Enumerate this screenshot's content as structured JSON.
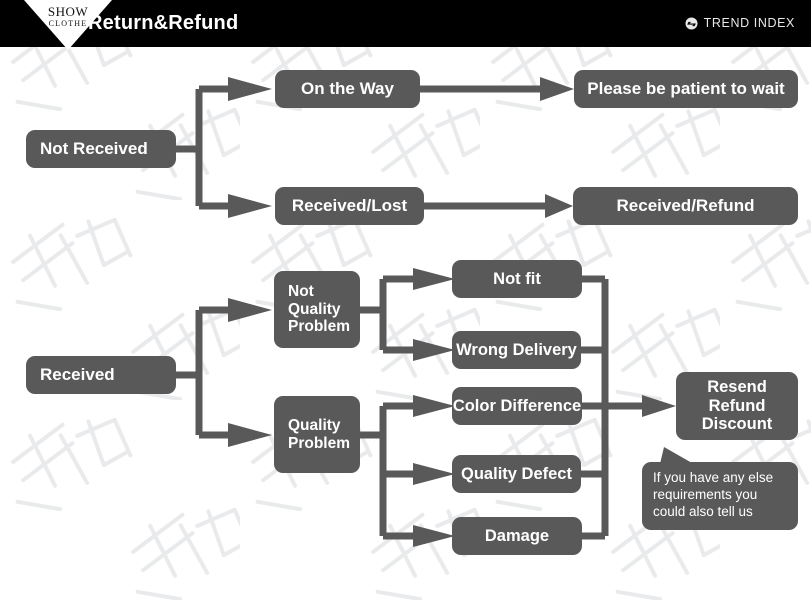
{
  "header": {
    "title": "Return&Refund",
    "logo": {
      "line1": "SHOW",
      "line2": "CLOTHE",
      "name": "show-clothe-logo"
    },
    "brand_right": "TREND INDEX",
    "bg_color": "#000000",
    "text_color": "#ffffff"
  },
  "theme": {
    "node_fill": "#595959",
    "node_text": "#ffffff",
    "connector": "#595959",
    "page_bg": "#ffffff",
    "watermark_text": "非凡设计"
  },
  "flow": {
    "not_received": {
      "root": "Not Received",
      "branch_top": "On the Way",
      "branch_bottom": "Received/Lost",
      "outcome_top": "Please be patient to wait",
      "outcome_bottom": "Received/Refund"
    },
    "received": {
      "root": "Received",
      "category_top": "Not Quality Problem",
      "category_bottom": "Quality Problem",
      "reasons_not_quality": [
        "Not fit",
        "Wrong Delivery"
      ],
      "reasons_quality": [
        "Color Difference",
        "Quality Defect",
        "Damage"
      ],
      "resolution": "Resend Refund Discount",
      "resolution_lines": [
        "Resend",
        "Refund",
        "Discount"
      ],
      "callout": "If you have any else requirements you could also tell us",
      "callout_lines": [
        "If you have any else",
        "requirements you",
        "could also tell us"
      ]
    }
  }
}
